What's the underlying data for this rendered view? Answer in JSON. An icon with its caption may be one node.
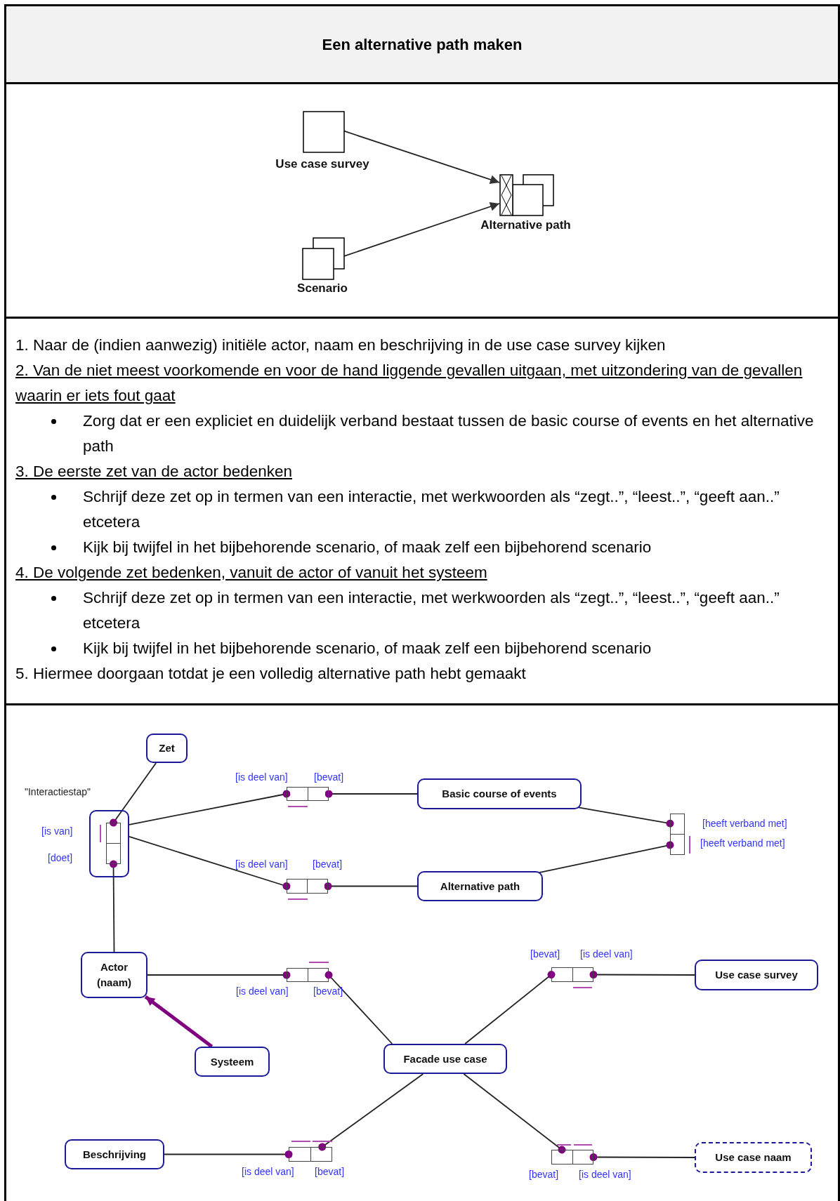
{
  "diagram": {
    "title": "Een alternative path maken",
    "nodes": [
      {
        "text": [
          "Use case survey"
        ]
      },
      {
        "text": [
          "Scenario"
        ]
      },
      {
        "text": [
          "Alternative path"
        ]
      },
      {
        "text": [
          "Zet"
        ]
      },
      {
        "text": [
          "\"Interactiestap\""
        ]
      },
      {
        "text": [],
        "shape": "box",
        "in": 4,
        "beside": [
          "[is van]",
          "[doet]"
        ]
      },
      {
        "text": [],
        "shape": "box",
        "beside": [
          "[is deel van]",
          "[bevat]"
        ]
      },
      {
        "text": [
          "Basic course of events"
        ]
      },
      {
        "text": [],
        "shape": "box",
        "beside": [
          "[heeft verband met]",
          "[heeft verband met]"
        ]
      },
      {
        "text": [],
        "shape": "box",
        "beside": [
          "[is deel van]",
          "[bevat]"
        ]
      },
      {
        "text": [
          "Alternative path"
        ]
      },
      {
        "text": [
          "Actor (naam)"
        ]
      },
      {
        "text": [],
        "shape": "box",
        "beside": [
          "[is deel van]",
          "[bevat]"
        ]
      },
      {
        "text": [],
        "shape": "box",
        "beside": [
          "[bevat]",
          "[is deel van]"
        ]
      },
      {
        "text": [
          "Use case survey"
        ]
      },
      {
        "text": [
          "Systeem"
        ]
      },
      {
        "text": [
          "Facade use case"
        ]
      },
      {
        "text": [
          "Beschrijving"
        ]
      },
      {
        "text": [],
        "shape": "box",
        "beside": [
          "[is deel van]",
          "[bevat]"
        ]
      },
      {
        "text": [],
        "shape": "box",
        "beside": [
          "[bevat]",
          "[is deel van]"
        ]
      },
      {
        "text": [
          "Use case naam"
        ]
      }
    ],
    "edges": [
      {
        "from": 0,
        "to": 2,
        "arrow": "to"
      },
      {
        "from": 1,
        "to": 2,
        "arrow": "to"
      },
      {
        "from": 3,
        "to": 5,
        "arrow": "other"
      },
      {
        "from": 4,
        "to": 6,
        "arrow": "other"
      },
      {
        "from": 7,
        "to": 6,
        "arrow": "other"
      },
      {
        "from": 7,
        "to": 8,
        "arrow": "other"
      },
      {
        "from": 4,
        "to": 9,
        "arrow": "other"
      },
      {
        "from": 10,
        "to": 9,
        "arrow": "other"
      },
      {
        "from": 10,
        "to": 8,
        "arrow": "other"
      },
      {
        "from": 11,
        "to": 5,
        "arrow": "other"
      },
      {
        "from": 11,
        "to": 12,
        "arrow": "other"
      },
      {
        "from": 16,
        "to": 12,
        "arrow": "other"
      },
      {
        "from": 16,
        "to": 13,
        "arrow": "other"
      },
      {
        "from": 14,
        "to": 13,
        "arrow": "other"
      },
      {
        "from": 15,
        "to": 11,
        "arrow": "to",
        "style": "thick",
        "color": "#800080"
      },
      {
        "from": 16,
        "to": 18,
        "arrow": "other"
      },
      {
        "from": 17,
        "to": 18,
        "arrow": "other"
      },
      {
        "from": 16,
        "to": 19,
        "arrow": "other"
      },
      {
        "from": 20,
        "to": 19,
        "arrow": "other"
      }
    ],
    "labels": [
      "1. Naar de (indien aanwezig) initiële actor, naam en beschrijving in de use case survey kijken",
      "2. Van de niet meest voorkomende en voor de hand liggende gevallen uitgaan, met uitzondering van de gevallen waarin er iets fout gaat",
      "Zorg dat er een expliciet en duidelijk verband bestaat tussen de basic course of events en het alternative path",
      "3. De eerste zet van de actor bedenken",
      "Schrijf deze zet op in termen van een interactie, met werkwoorden als “zegt..”, “leest..”, “geeft aan..” etcetera",
      "Kijk bij twijfel in het bijbehorende scenario, of maak zelf een bijbehorend scenario",
      "4. De volgende zet bedenken, vanuit de actor of vanuit het systeem",
      "Schrijf deze zet op in termen van een interactie, met werkwoorden als “zegt..”, “leest..”, “geeft aan..” etcetera",
      "Kijk bij twijfel in het bijbehorende scenario, of maak zelf een bijbehorend scenario",
      "5. Hiermee doorgaan totdat je een volledig alternative path hebt gemaakt"
    ]
  }
}
